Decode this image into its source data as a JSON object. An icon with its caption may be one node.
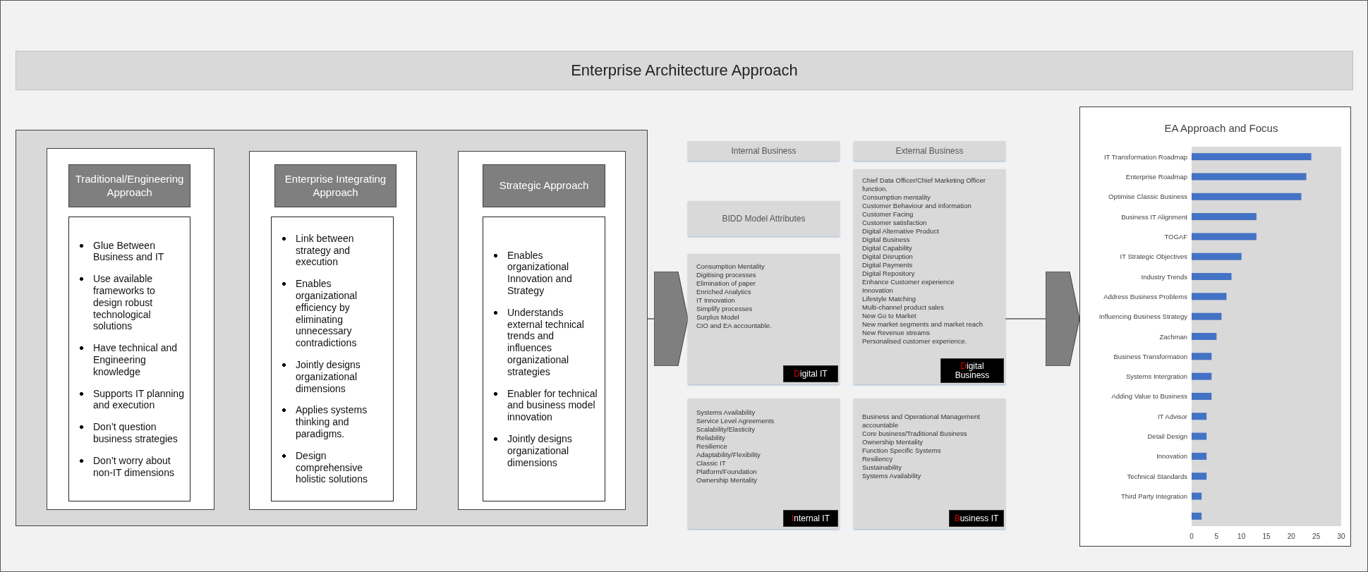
{
  "diagram": {
    "title": "Enterprise Architecture Approach",
    "nodes": [
      {
        "text": [],
        "shape": "box"
      },
      {
        "text": [],
        "shape": "box",
        "in": 0
      },
      {
        "text": [
          "Traditional/Engineering Approach"
        ],
        "in": 1
      },
      {
        "text": [
          "Glue Between Business and IT",
          "Use available frameworks to design robust technological solutions",
          "Have technical and Engineering knowledge",
          "Supports IT planning and execution",
          "Don’t question business strategies",
          "Don’t worry about non-IT dimensions"
        ],
        "in": 1
      },
      {
        "text": [],
        "shape": "box",
        "in": 0
      },
      {
        "text": [
          "Enterprise Integrating Approach"
        ],
        "in": 4
      },
      {
        "text": [
          "Link between strategy and execution",
          "Enables organizational efficiency by eliminating unnecessary contradictions",
          "Jointly designs organizational dimensions",
          "Applies systems thinking and paradigms.",
          "Design comprehensive holistic solutions"
        ],
        "in": 4
      },
      {
        "text": [],
        "shape": "box",
        "in": 0
      },
      {
        "text": [
          "Strategic Approach"
        ],
        "in": 7
      },
      {
        "text": [
          "Enables organizational Innovation and Strategy",
          "Understands external technical trends and influences organizational strategies",
          "Enabler for technical and business model innovation",
          "Jointly designs organizational dimensions"
        ],
        "in": 7
      },
      {
        "text": [
          "Internal Business"
        ]
      },
      {
        "text": [
          "External Business"
        ]
      },
      {
        "text": [
          "BIDD Model Attributes"
        ]
      },
      {
        "text": [
          "Consumption Mentality",
          "Digitising processes",
          "Elimination of paper",
          "Enriched Analytics",
          "IT Innovation",
          "Simplify processes",
          "Surplus Model",
          "CIO and EA accountable."
        ]
      },
      {
        "text": [
          "Digital IT"
        ],
        "in": 13
      },
      {
        "text": [
          "Chief Data Officer/Chief Marketing Officer function.",
          "Consumption mentality",
          "Customer Behaviour and information",
          "Customer Facing",
          "Customer satisfaction",
          "Digital Alternative Product",
          "Digital Business",
          "Digital Capability",
          "Digital Disruption",
          "Digital Payments",
          "Digital Repository",
          "Enhance Customer experience",
          "Innovation",
          "Lifestyle Matching",
          "Multi-channel product sales",
          "New Go to Market",
          "New market segments and market reach",
          "New Revenue streams",
          "Personalised customer experience."
        ]
      },
      {
        "text": [
          "Digital Business"
        ],
        "in": 15
      },
      {
        "text": [
          "Systems Availability",
          "Service Level Agreements",
          "Scalability/Elasticity",
          "Reliability",
          "Resilience",
          "Adaptability/Flexibility",
          "Classic IT",
          "Platform/Foundation",
          "Ownership Mentality"
        ]
      },
      {
        "text": [
          "Internal IT"
        ],
        "in": 17
      },
      {
        "text": [
          "Business and Operational Management accountable",
          "Core business/Traditional Business",
          "Ownership Mentality",
          "Function Specific Systems",
          "Resiliency",
          "Sustainability",
          "Systems Availability"
        ]
      },
      {
        "text": [
          "Business IT"
        ],
        "in": 19
      },
      {
        "text": [],
        "shape": "box"
      }
    ],
    "edges": [
      {
        "from": 0,
        "to": 13,
        "arrow": "to"
      },
      {
        "from": 15,
        "to": 21,
        "arrow": "to"
      }
    ],
    "chart_data": {
      "type": "bar",
      "title": "EA Approach and Focus",
      "orientation": "horizontal",
      "categories": [
        "IT Transformation Roadmap",
        "Enterprise Roadmap",
        "Optimise Classic Business",
        "Business IT Alignment",
        "TOGAF",
        "IT Strategic Objectives",
        "Industry Trends",
        "Address Business Problems",
        "Influencing Business Strategy",
        "Zachman",
        "Business Transformation",
        "Systems Intergration",
        "Adding Value to Business",
        "IT Advisor",
        "Detail Design",
        "Innovation",
        "Technical Standards",
        "Third Party Integration",
        null
      ],
      "series": [
        {
          "color": "#4472c4",
          "values": [
            24,
            23,
            22,
            13,
            13,
            10,
            8,
            7,
            6,
            5,
            4,
            4,
            4,
            3,
            3,
            3,
            3,
            2,
            2
          ]
        }
      ],
      "xlim": [
        0,
        30
      ],
      "xticks": [
        0,
        5,
        10,
        15,
        20,
        25,
        30
      ]
    }
  }
}
